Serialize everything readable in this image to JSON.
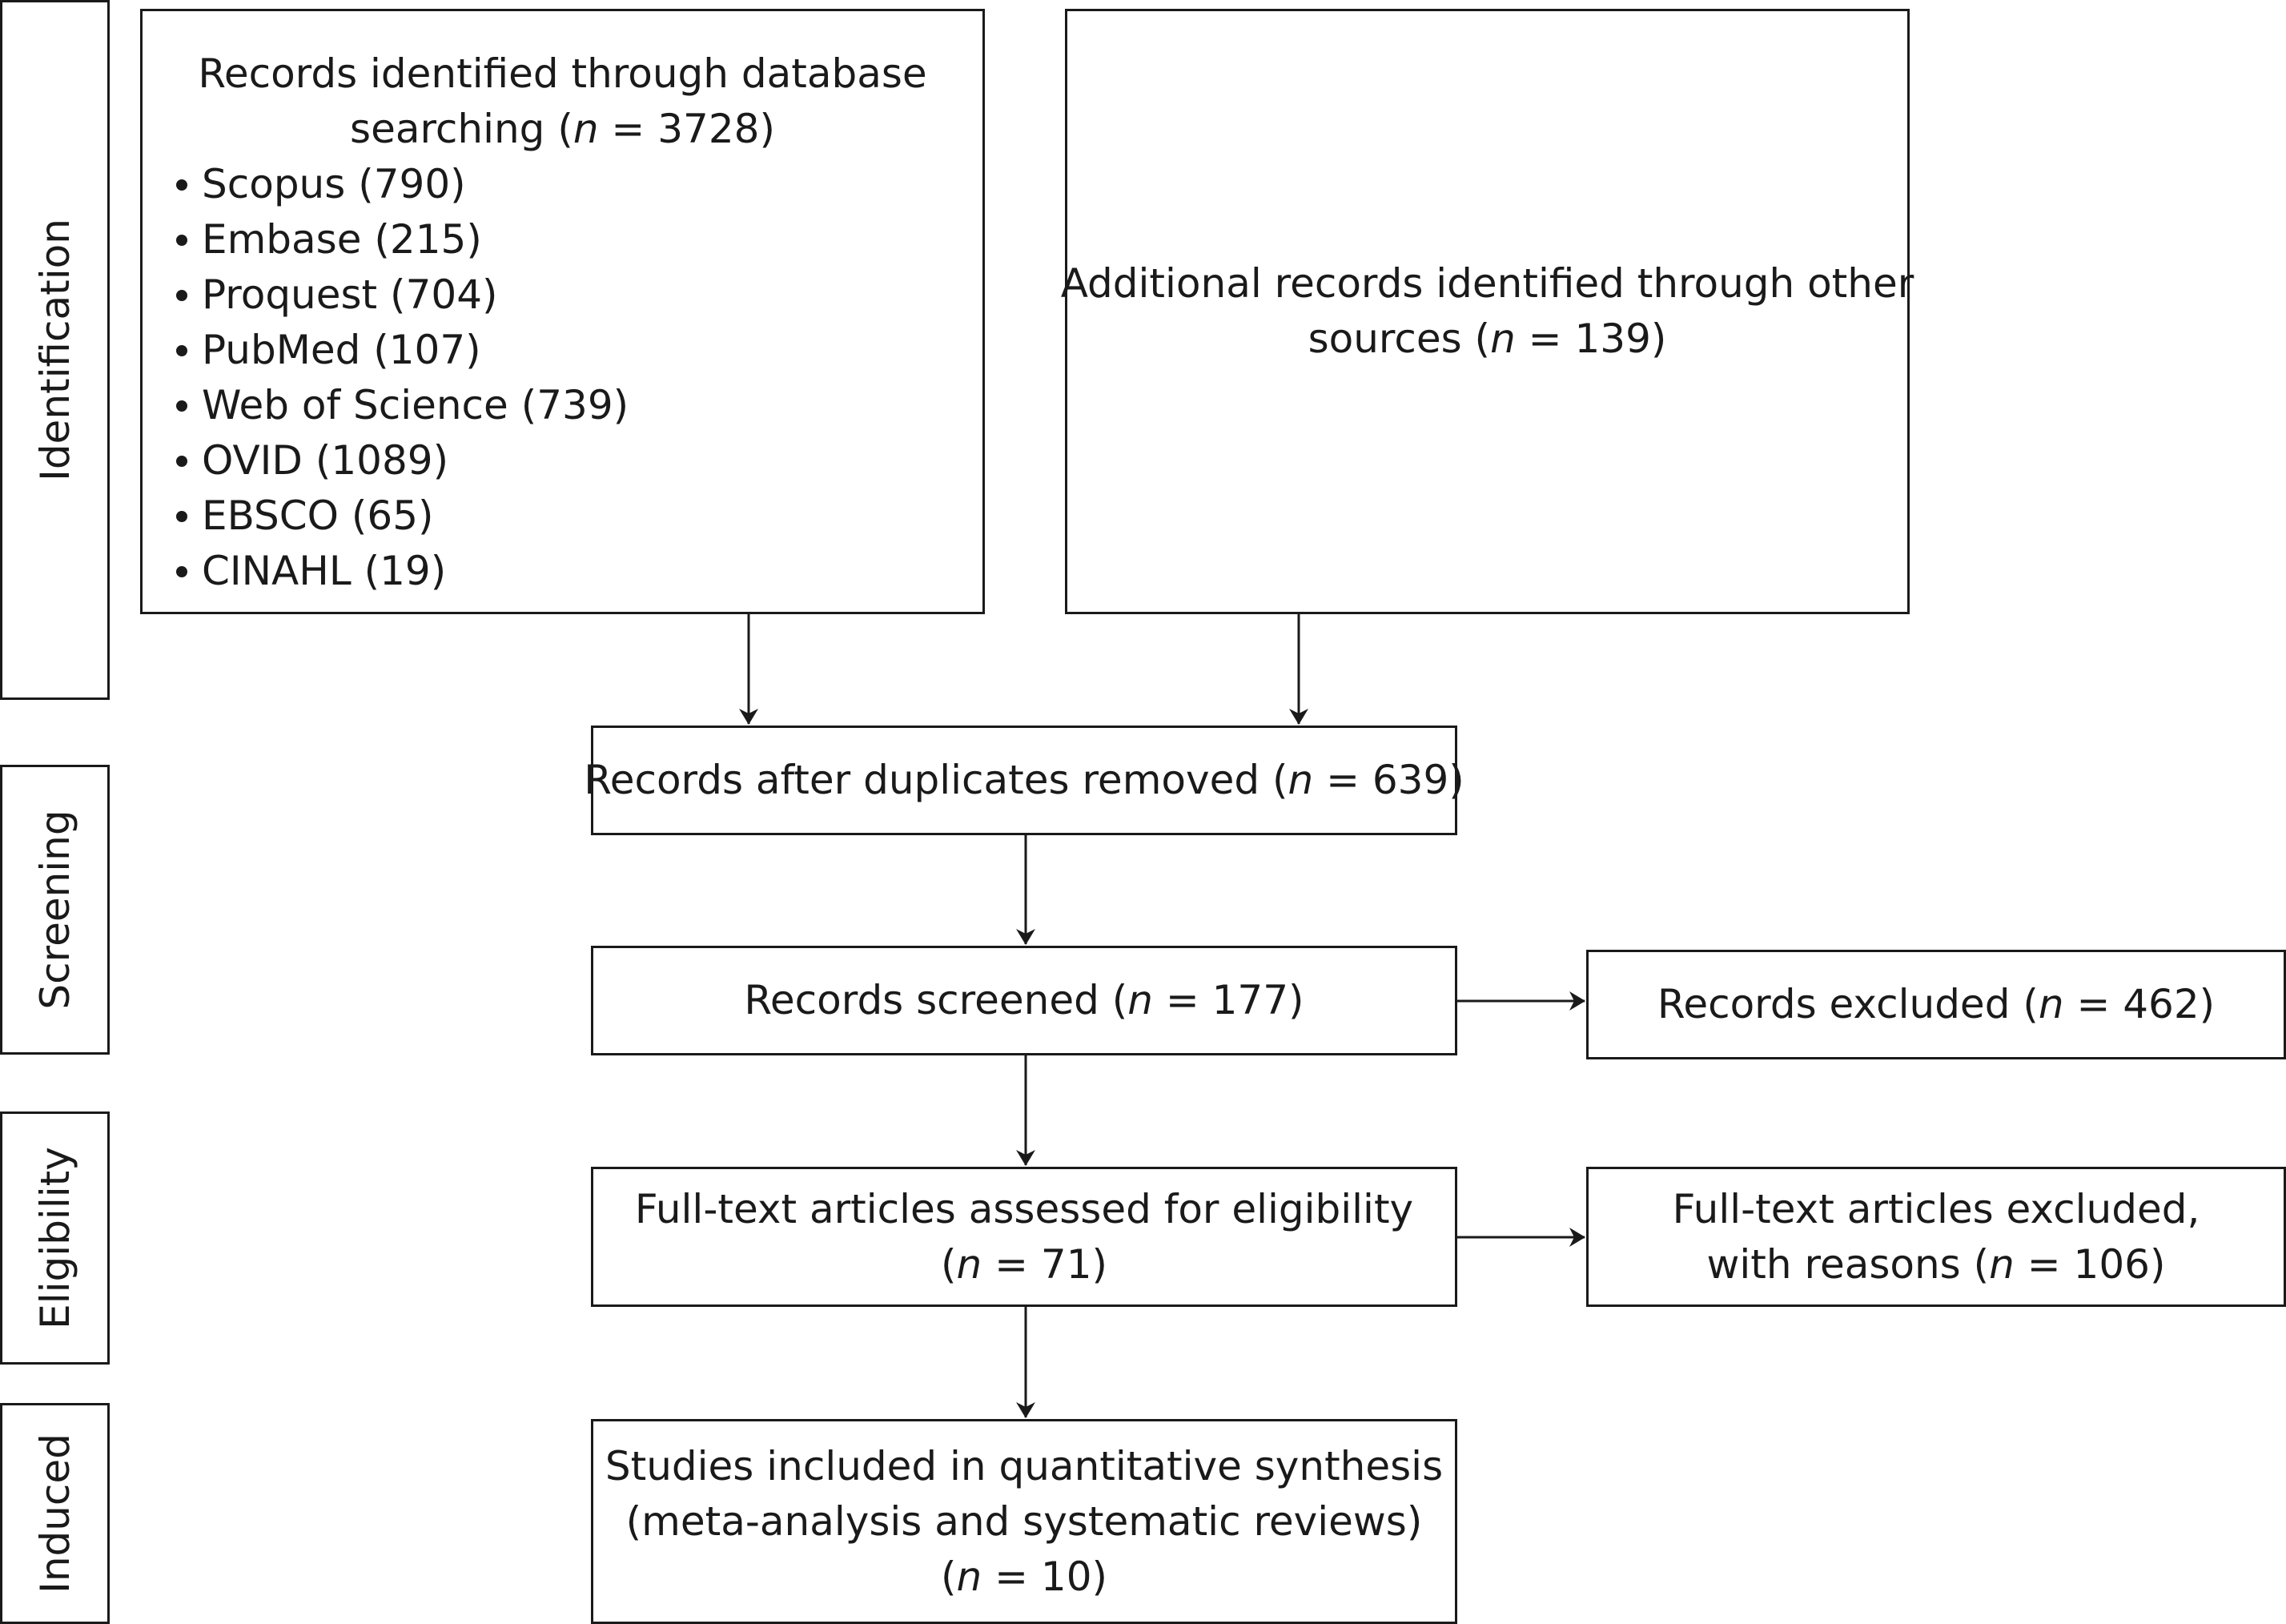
{
  "stages": {
    "identification": "Identification",
    "screening": "Screening",
    "eligibility": "Eligibility",
    "induced": "Induced"
  },
  "database_search": {
    "title_line1": "Records identified through database",
    "title_line2_prefix": "searching (",
    "n_symbol": "n",
    "title_line2_suffix": " = 3728)",
    "sources": [
      "Scopus (790)",
      "Embase (215)",
      "Proquest (704)",
      "PubMed (107)",
      "Web of Science (739)",
      "OVID (1089)",
      "EBSCO (65)",
      "CINAHL (19)"
    ]
  },
  "other_sources": {
    "line1": "Additional records identified through other",
    "line2_prefix": "sources (",
    "n_symbol": "n",
    "line2_suffix": " = 139)"
  },
  "duplicates_removed": {
    "prefix": "Records after duplicates removed (",
    "n_symbol": "n",
    "suffix": " = 639)"
  },
  "screened": {
    "prefix": "Records screened (",
    "n_symbol": "n",
    "suffix": " = 177)"
  },
  "excluded": {
    "prefix": "Records excluded (",
    "n_symbol": "n",
    "suffix": " = 462)"
  },
  "fulltext_assessed": {
    "line1": "Full-text articles assessed for eligibility",
    "line2_prefix": "(",
    "n_symbol": "n",
    "line2_suffix": " = 71)"
  },
  "fulltext_excluded": {
    "line1": "Full-text articles excluded,",
    "line2_prefix": "with reasons (",
    "n_symbol": "n",
    "line2_suffix": " = 106)"
  },
  "included": {
    "line1": "Studies included in quantitative synthesis",
    "line2": "(meta-analysis and systematic reviews)",
    "line3_prefix": "(",
    "n_symbol": "n",
    "line3_suffix": " = 10)"
  }
}
